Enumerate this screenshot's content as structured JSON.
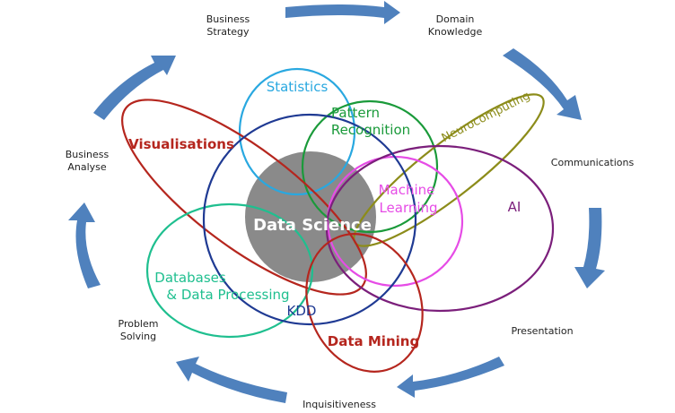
{
  "cycle": {
    "business_strategy": "Business\nStrategy",
    "domain_knowledge": "Domain\nKnowledge",
    "communications": "Communications",
    "presentation": "Presentation",
    "inquisitiveness": "Inquisitiveness",
    "problem_solving": "Problem\nSolving",
    "business_analyse": "Business\nAnalyse"
  },
  "venn": {
    "data_science": "Data Science",
    "statistics": "Statistics",
    "pattern_recognition_1": "Pattern",
    "pattern_recognition_2": "Recognition",
    "neurocomputing": "Neurocomputing",
    "visualisations": "Visualisations",
    "machine_learning_1": "Machine",
    "machine_learning_2": "Learning",
    "ai": "AI",
    "databases_1": "Databases",
    "databases_2": "& Data Processing",
    "kdd": "KDD",
    "data_mining": "Data Mining"
  },
  "colors": {
    "arrow": "#4f81bd",
    "statistics": "#29a8e0",
    "pattern_recognition": "#1a9a3a",
    "neurocomputing": "#8c8c1a",
    "visualisations": "#b5261e",
    "machine_learning": "#e64ce6",
    "ai": "#7b1f7b",
    "databases": "#1fbf8f",
    "kdd": "#1f3a93",
    "data_mining": "#b5261e",
    "data_science_fill": "#8a8a8a"
  }
}
